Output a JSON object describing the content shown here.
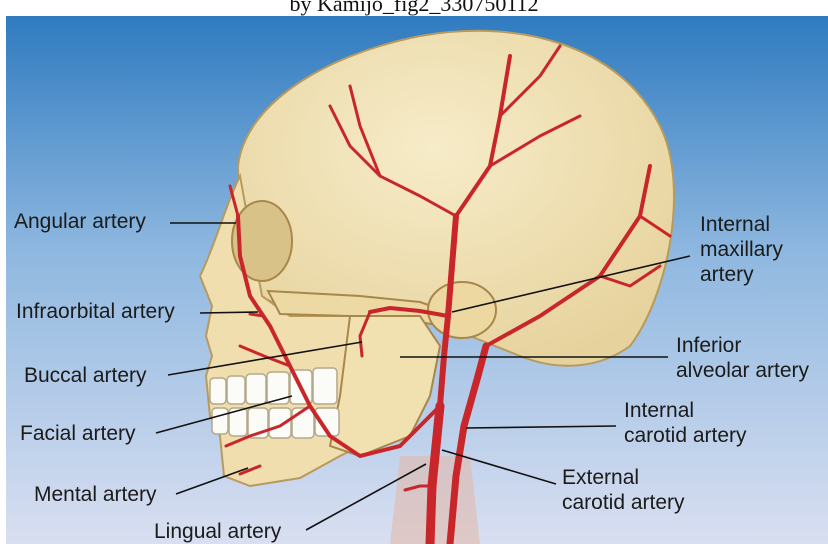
{
  "caption": "by Kamijo_fig2_330750112",
  "labels": {
    "angular": "Angular artery",
    "infraorbital": "Infraorbital artery",
    "buccal": "Buccal artery",
    "facial": "Facial artery",
    "mental": "Mental artery",
    "lingual": "Lingual artery",
    "internal_maxillary": [
      "Internal",
      "maxillary",
      "artery"
    ],
    "inferior_alveolar": [
      "Inferior",
      "alveolar artery"
    ],
    "internal_carotid": [
      "Internal",
      "carotid artery"
    ],
    "external_carotid": [
      "External",
      "carotid artery"
    ]
  },
  "colors": {
    "background_top": "#2f7bc0",
    "background_bottom": "#d9dff1",
    "bone": "#f1e2b6",
    "bone_shadow": "#d9c288",
    "artery": "#c8262a",
    "teeth": "#fbfbf7"
  }
}
